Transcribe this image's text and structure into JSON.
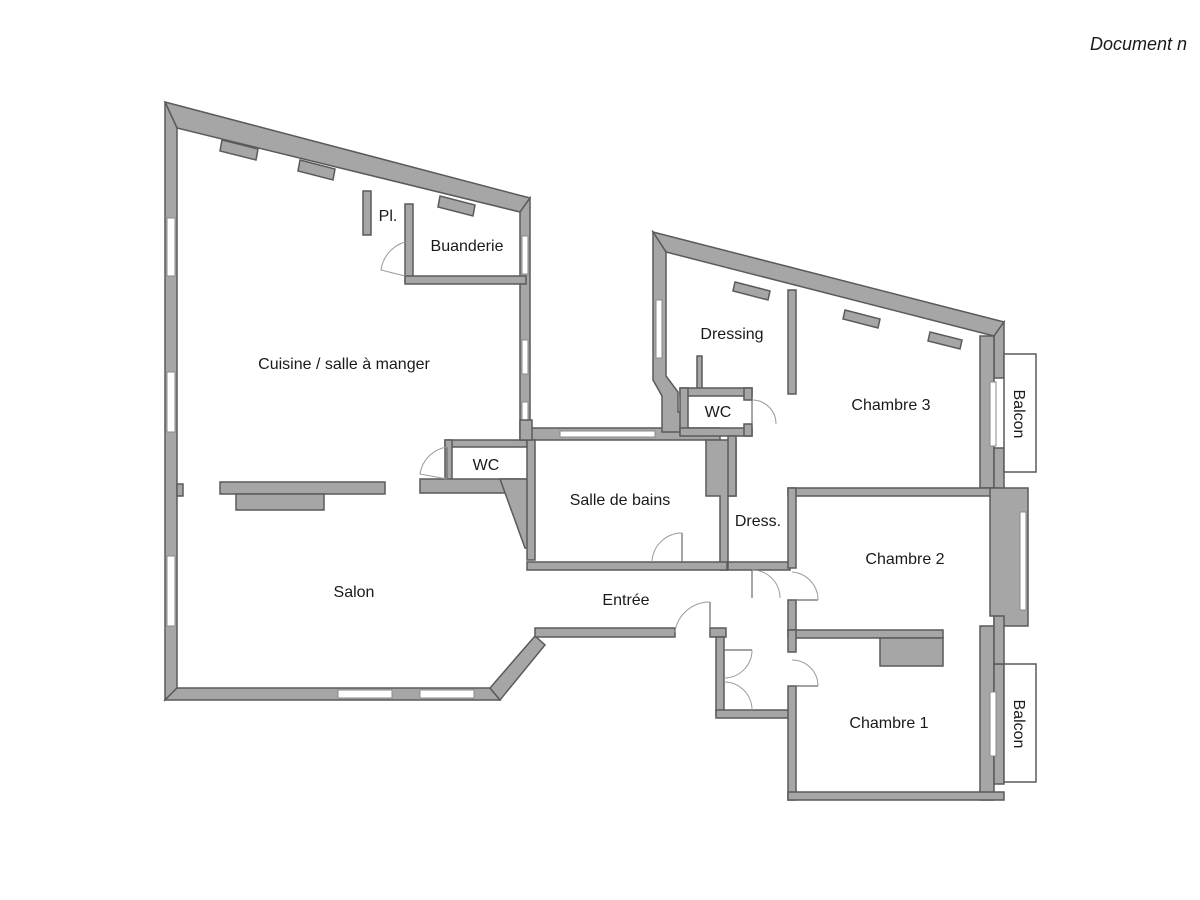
{
  "document_note": "Document n",
  "rooms": {
    "cuisine": "Cuisine / salle à manger",
    "placard": "Pl.",
    "buanderie": "Buanderie",
    "wc_1": "WC",
    "salon": "Salon",
    "salle_de_bains": "Salle de bains",
    "entree": "Entrée",
    "dressing": "Dressing",
    "wc_2": "WC",
    "dress": "Dress.",
    "chambre_3": "Chambre 3",
    "chambre_2": "Chambre 2",
    "chambre_1": "Chambre 1",
    "balcon_1": "Balcon",
    "balcon_2": "Balcon"
  }
}
